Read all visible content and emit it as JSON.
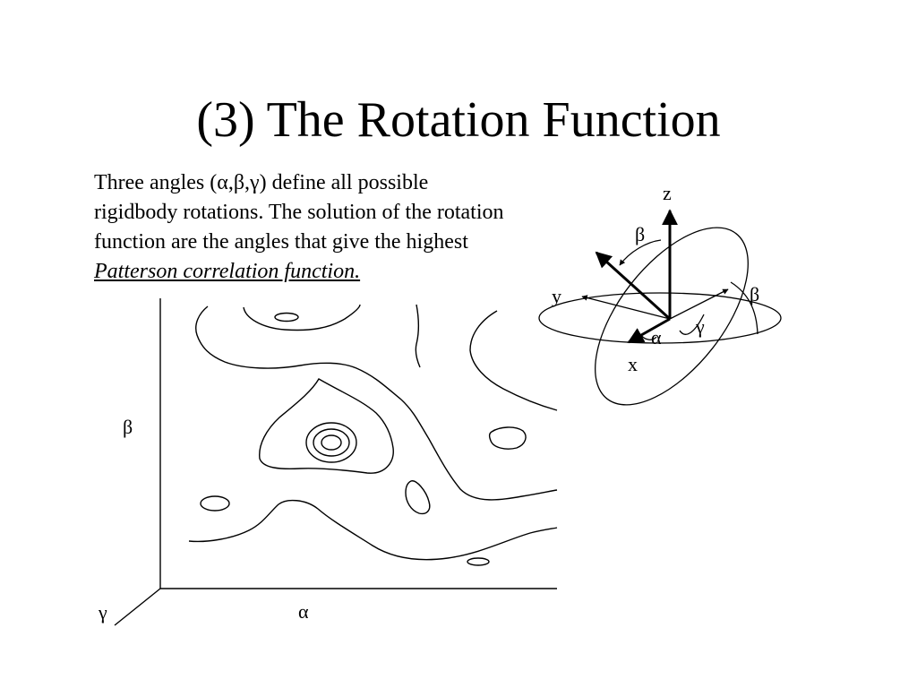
{
  "title": "(3) The Rotation Function",
  "text": {
    "line1": "Three angles (α,β,γ) define all possible",
    "line2": "rigidbody rotations. The solution of the rotation",
    "line3": "function are the angles that give the highest",
    "line4": "Patterson correlation function."
  },
  "contour_plot": {
    "y_axis_label": "β",
    "x_axis_label": "α",
    "z_axis_label": "γ"
  },
  "rotation_diagram": {
    "z_label": "z",
    "y_label": "y",
    "x_label": "x",
    "beta_top_label": "β",
    "beta_right_label": "β",
    "gamma_label": "γ",
    "alpha_label": "α"
  }
}
